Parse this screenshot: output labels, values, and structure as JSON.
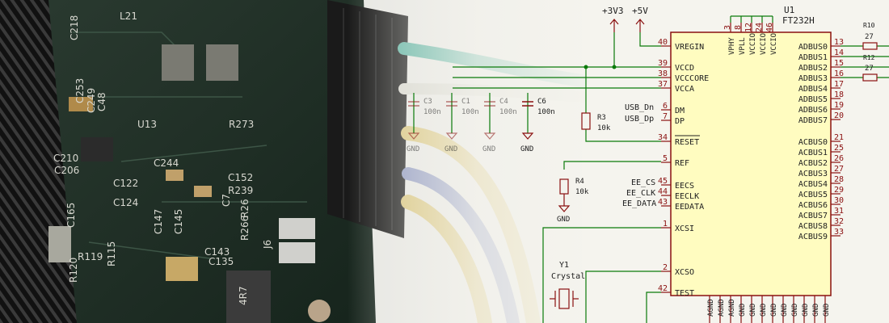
{
  "schematic": {
    "ic": {
      "ref": "U1",
      "part": "FT232H",
      "top_pins": [
        {
          "num": "3",
          "name": "VPHY"
        },
        {
          "num": "8",
          "name": "VPLL"
        },
        {
          "num": "12",
          "name": "VCCIO"
        },
        {
          "num": "24",
          "name": "VCCIO"
        },
        {
          "num": "46",
          "name": "VCCIO"
        }
      ],
      "left_pins": [
        {
          "num": "40",
          "name": "VREGIN"
        },
        {
          "num": "39",
          "name": "VCCD"
        },
        {
          "num": "38",
          "name": "VCCCORE"
        },
        {
          "num": "37",
          "name": "VCCA"
        },
        {
          "num": "6",
          "name": "DM"
        },
        {
          "num": "7",
          "name": "DP"
        },
        {
          "num": "34",
          "name": "RESET"
        },
        {
          "num": "5",
          "name": "REF"
        },
        {
          "num": "45",
          "name": "EECS"
        },
        {
          "num": "44",
          "name": "EECLK"
        },
        {
          "num": "43",
          "name": "EEDATA"
        },
        {
          "num": "1",
          "name": "XCSI"
        },
        {
          "num": "2",
          "name": "XCSO"
        },
        {
          "num": "42",
          "name": "TEST"
        }
      ],
      "right_pins": [
        {
          "num": "13",
          "name": "ADBUS0"
        },
        {
          "num": "14",
          "name": "ADBUS1"
        },
        {
          "num": "15",
          "name": "ADBUS2"
        },
        {
          "num": "16",
          "name": "ADBUS3"
        },
        {
          "num": "17",
          "name": "ADBUS4"
        },
        {
          "num": "18",
          "name": "ADBUS5"
        },
        {
          "num": "19",
          "name": "ADBUS6"
        },
        {
          "num": "20",
          "name": "ADBUS7"
        },
        {
          "num": "21",
          "name": "ACBUS0"
        },
        {
          "num": "25",
          "name": "ACBUS1"
        },
        {
          "num": "26",
          "name": "ACBUS2"
        },
        {
          "num": "27",
          "name": "ACBUS3"
        },
        {
          "num": "28",
          "name": "ACBUS4"
        },
        {
          "num": "29",
          "name": "ACBUS5"
        },
        {
          "num": "30",
          "name": "ACBUS6"
        },
        {
          "num": "31",
          "name": "ACBUS7"
        },
        {
          "num": "32",
          "name": "ACBUS8"
        },
        {
          "num": "33",
          "name": "ACBUS9"
        }
      ],
      "bottom_pins": [
        "AGND",
        "AGND",
        "AGND",
        "GND",
        "GND",
        "GND",
        "GND",
        "GND",
        "GND",
        "GND",
        "GND",
        "GND"
      ]
    },
    "power_labels": [
      "+3V3",
      "+5V"
    ],
    "net_labels": [
      "USB_Dn",
      "USB_Dp",
      "EE_CS",
      "EE_CLK",
      "EE_DATA"
    ],
    "resistors": [
      {
        "ref": "R3",
        "value": "10k"
      },
      {
        "ref": "R4",
        "value": "10k"
      },
      {
        "ref": "R10",
        "value": "27"
      },
      {
        "ref": "R12",
        "value": "27"
      }
    ],
    "capacitors": [
      {
        "ref": "C3",
        "value": "100n"
      },
      {
        "ref": "C1",
        "value": "100n"
      },
      {
        "ref": "C4",
        "value": "100n"
      },
      {
        "ref": "C6",
        "value": "100n"
      }
    ],
    "gnd_label": "GND",
    "crystal": {
      "ref": "Y1",
      "value": "Crystal"
    }
  },
  "pcb_silkscreen": [
    "L21",
    "C218",
    "C253",
    "C249",
    "C48",
    "U13",
    "R273",
    "C210",
    "C206",
    "C122",
    "C124",
    "C244",
    "C152",
    "R239",
    "C7",
    "C165",
    "C147",
    "C145",
    "C143",
    "C135",
    "R119",
    "R115",
    "R120",
    "R26",
    "R266",
    "J6",
    "4R7"
  ],
  "colors": {
    "schematic_bg": "#f5f4ee",
    "ic_body": "#fffcc0",
    "ic_outline": "#8a1010",
    "wire": "#0a7a0a",
    "power_symbol": "#8a1010",
    "pcb": "#1f2f26",
    "ribbon_teal": "#5fb3a2",
    "ribbon_yellow": "#d8c47a",
    "ribbon_blue": "#8e98c0"
  }
}
